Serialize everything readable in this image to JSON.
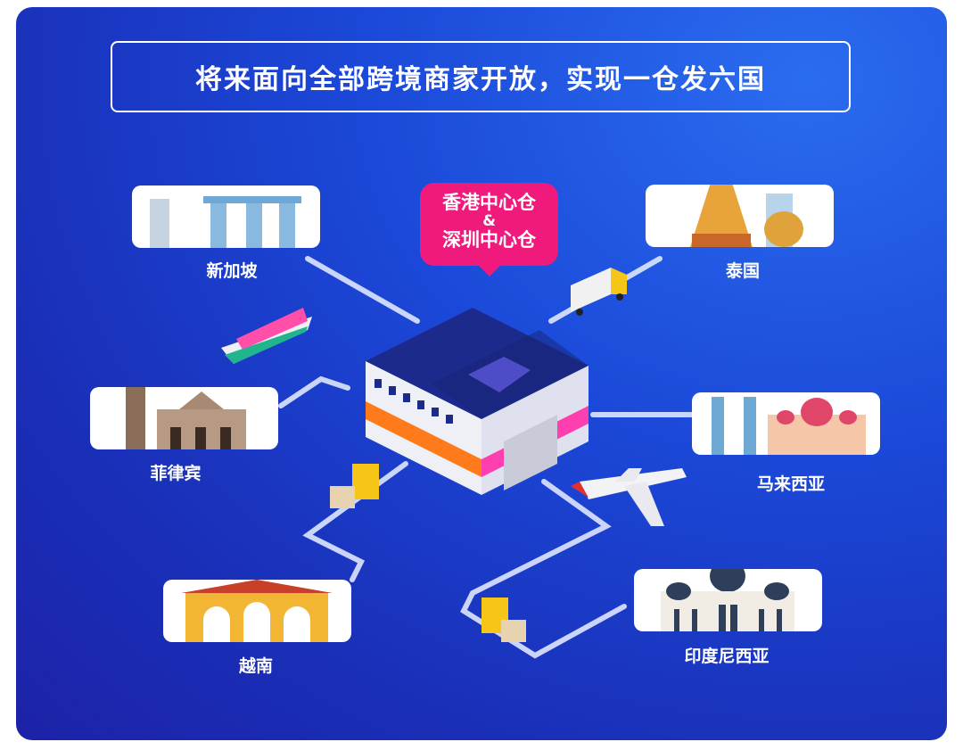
{
  "title": "将来面向全部跨境商家开放，实现一仓发六国",
  "hub": {
    "line1": "香港中心仓",
    "amp": "&",
    "line2": "深圳中心仓"
  },
  "countries": {
    "singapore": "新加坡",
    "thailand": "泰国",
    "philippines": "菲律宾",
    "malaysia": "马来西亚",
    "vietnam": "越南",
    "indonesia": "印度尼西亚"
  },
  "colors": {
    "background": "#1b48d8",
    "accent": "#f0197c",
    "line": "#dfe7ff"
  }
}
